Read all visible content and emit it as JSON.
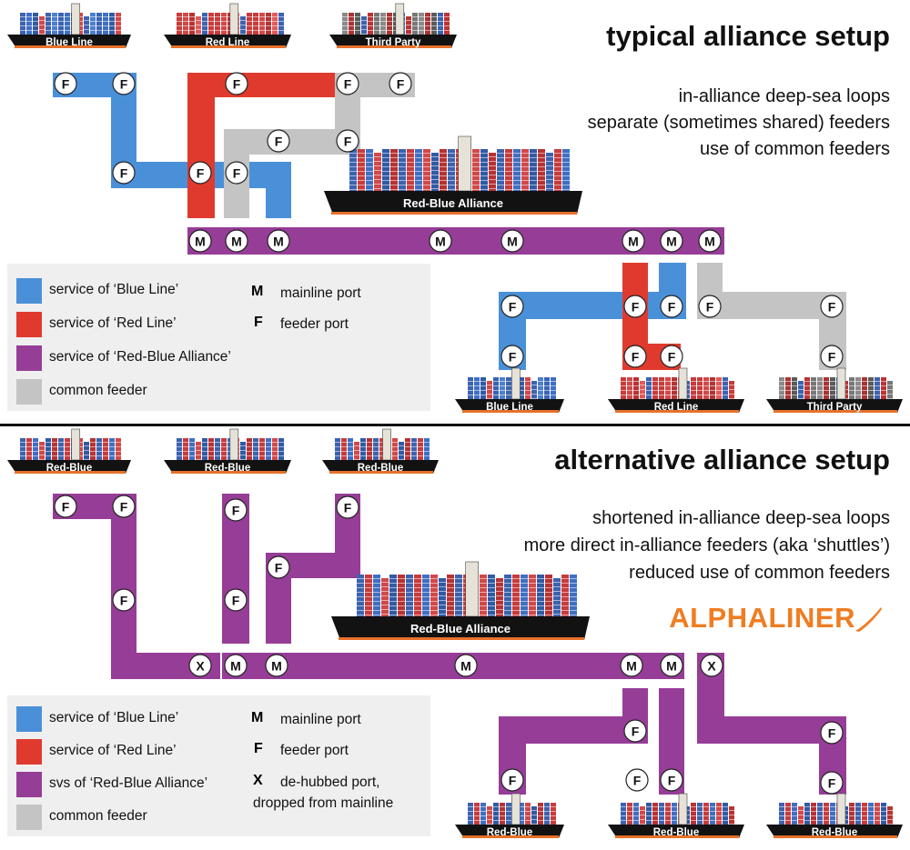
{
  "colors": {
    "blue": "#4a90d9",
    "red": "#e03a2f",
    "purple": "#963d97",
    "grey": "#c4c4c4",
    "hull": "#121212",
    "stripe": "#e8702a",
    "brand": "#ef7d22"
  },
  "port_letters": {
    "mainline": "M",
    "feeder": "F",
    "dehubbed": "X"
  },
  "top": {
    "title": "typical alliance setup",
    "desc": [
      "in-alliance deep-sea loops",
      "separate (sometimes shared) feeders",
      "use of common feeders"
    ],
    "ships": {
      "tl": "Blue Line",
      "tm": "Red Line",
      "tr": "Third Party",
      "main": "Red-Blue Alliance",
      "bl": "Blue Line",
      "bm": "Red Line",
      "br": "Third Party"
    },
    "legend": {
      "blue": "service of ‘Blue Line’",
      "red": "service of ‘Red Line’",
      "purple": "service of ‘Red-Blue Alliance’",
      "grey": "common feeder",
      "mainline": "mainline port",
      "feeder": "feeder port"
    }
  },
  "bottom": {
    "title": "alternative alliance setup",
    "desc": [
      "shortened in-alliance deep-sea loops",
      "more direct in-alliance feeders (aka ‘shuttles’)",
      "reduced use of common feeders"
    ],
    "brand": "ALPHALINER",
    "ships": {
      "tl": "Red-Blue",
      "tm": "Red-Blue",
      "tr": "Red-Blue",
      "main": "Red-Blue Alliance",
      "bl": "Red-Blue",
      "bm": "Red-Blue",
      "br": "Red-Blue"
    },
    "legend": {
      "blue": "service of ‘Blue Line’",
      "red": "service of ‘Red Line’",
      "purple": "svs of ‘Red-Blue Alliance’",
      "grey": "common feeder",
      "mainline": "mainline port",
      "feeder": "feeder port",
      "dehubbed": "de-hubbed port,",
      "dehubbed2": "dropped from mainline"
    }
  }
}
